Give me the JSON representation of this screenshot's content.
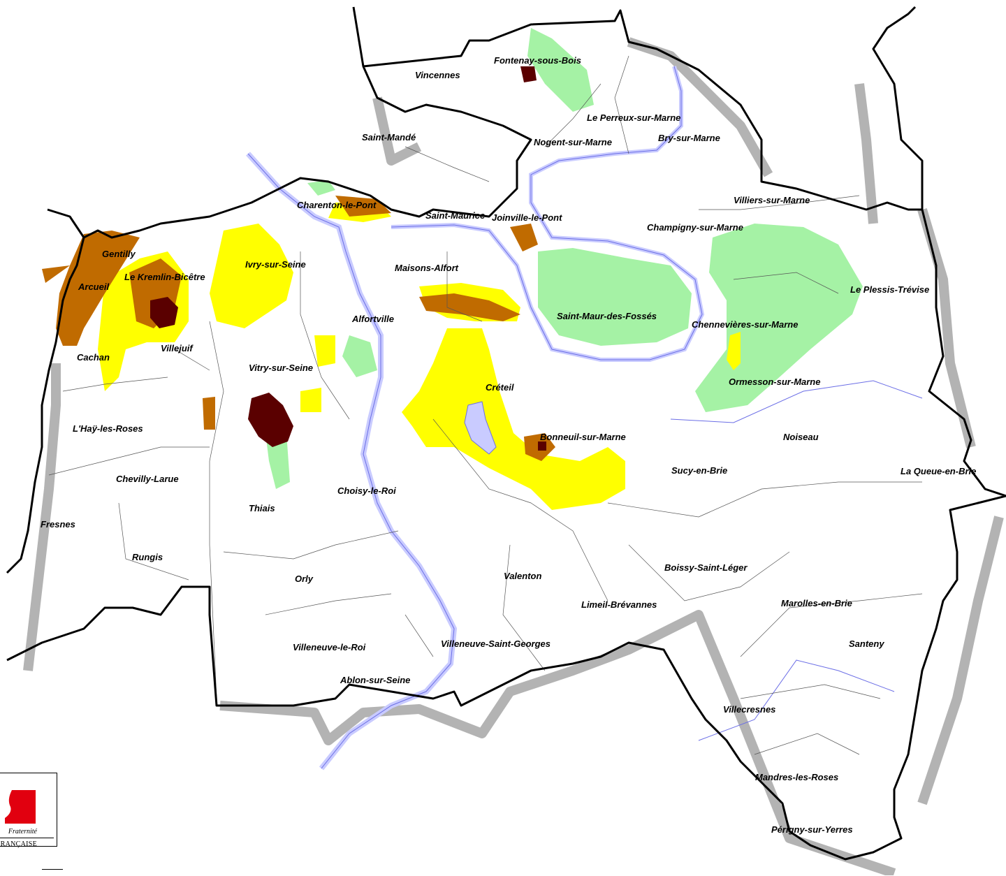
{
  "colors": {
    "outline": "#000000",
    "shadow": "#b3b3b3",
    "water": "#c9cbff",
    "water_edge": "#6b6ee6",
    "green": "#a5f2a5",
    "yellow": "#ffff00",
    "orange": "#c06b00",
    "darkred": "#5a0000"
  },
  "communes": [
    "Vincennes",
    "Fontenay-sous-Bois",
    "Saint-Mandé",
    "Le Perreux-sur-Marne",
    "Nogent-sur-Marne",
    "Bry-sur-Marne",
    "Charenton-le-Pont",
    "Saint-Maurice",
    "Joinville-le-Pont",
    "Villiers-sur-Marne",
    "Champigny-sur-Marne",
    "Gentilly",
    "Ivry-sur-Seine",
    "Maisons-Alfort",
    "Arcueil",
    "Le Kremlin-Bicêtre",
    "Le Plessis-Trévise",
    "Saint-Maur-des-Fossés",
    "Alfortville",
    "Chennevières-sur-Marne",
    "Villejuif",
    "Cachan",
    "Vitry-sur-Seine",
    "Ormesson-sur-Marne",
    "Créteil",
    "L'Haÿ-les-Roses",
    "Noiseau",
    "Bonneuil-sur-Marne",
    "Sucy-en-Brie",
    "La Queue-en-Brie",
    "Chevilly-Larue",
    "Choisy-le-Roi",
    "Thiais",
    "Fresnes",
    "Rungis",
    "Boissy-Saint-Léger",
    "Orly",
    "Valenton",
    "Marolles-en-Brie",
    "Limeil-Brévannes",
    "Santeny",
    "Villeneuve-le-Roi",
    "Villeneuve-Saint-Georges",
    "Ablon-sur-Seine",
    "Villecresnes",
    "Mandres-les-Roses",
    "Périgny-sur-Yerres"
  ],
  "logo": {
    "motto": "Fraternité",
    "name": "RANÇAISE"
  }
}
